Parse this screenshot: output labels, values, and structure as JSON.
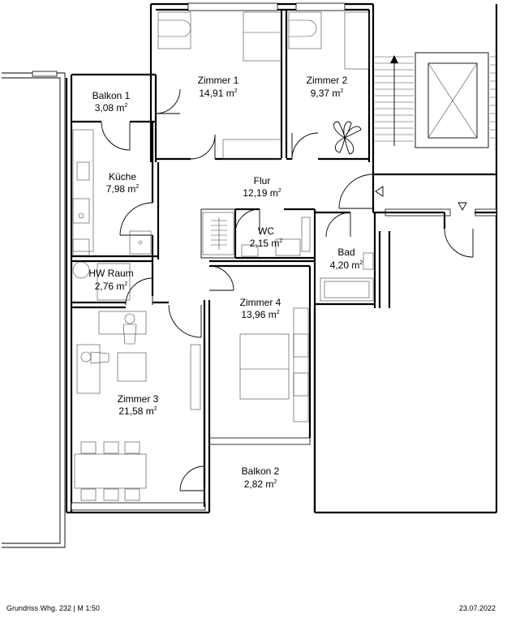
{
  "rooms": {
    "balkon1": {
      "name": "Balkon 1",
      "area": "3,08 m",
      "sup": "2"
    },
    "zimmer1": {
      "name": "Zimmer 1",
      "area": "14,91 m",
      "sup": "2"
    },
    "zimmer2": {
      "name": "Zimmer 2",
      "area": "9,37 m",
      "sup": "2"
    },
    "kueche": {
      "name": "Küche",
      "area": "7,98 m",
      "sup": "2"
    },
    "flur": {
      "name": "Flur",
      "area": "12,19 m",
      "sup": "2"
    },
    "wc": {
      "name": "WC",
      "area": "2,15 m",
      "sup": "2"
    },
    "bad": {
      "name": "Bad",
      "area": "4,20 m",
      "sup": "2"
    },
    "hwraum": {
      "name": "HW Raum",
      "area": "2,76 m",
      "sup": "2"
    },
    "zimmer4": {
      "name": "Zimmer 4",
      "area": "13,96 m",
      "sup": "2"
    },
    "zimmer3": {
      "name": "Zimmer 3",
      "area": "21,58 m",
      "sup": "2"
    },
    "balkon2": {
      "name": "Balkon 2",
      "area": "2,82 m",
      "sup": "2"
    }
  },
  "footer": {
    "plan_title": "Grundriss Whg. 232 | M 1:50",
    "date": "23.07.2022"
  },
  "colors": {
    "line": "#000000",
    "background": "#ffffff"
  },
  "icons": [
    "stair-arrow-icon",
    "entrance-triangle-icon",
    "plant-icon"
  ]
}
